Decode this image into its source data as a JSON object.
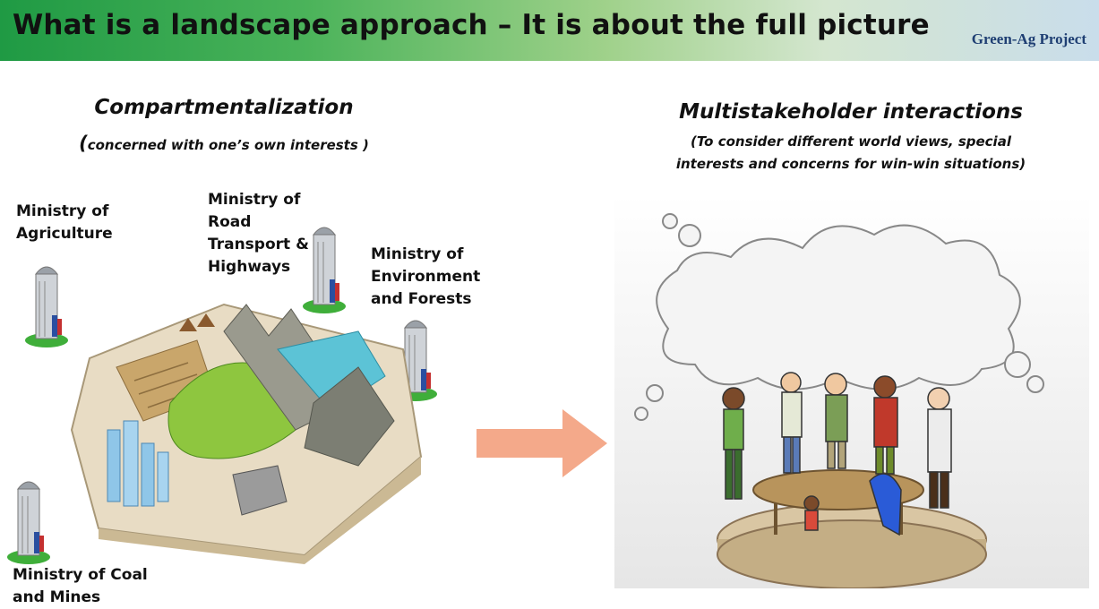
{
  "header": {
    "title": "What is a landscape approach – It is about the full picture",
    "brand": "Green-Ag Project"
  },
  "left": {
    "heading": "Compartmentalization",
    "subheading_open": "(",
    "subheading": "concerned with one’s own interests )",
    "ministries": {
      "agriculture": [
        "Ministry of",
        "Agriculture"
      ],
      "road": [
        "Ministry of",
        "Road",
        "Transport &",
        "Highways"
      ],
      "environment": [
        "Ministry of",
        "Environment",
        "and Forests"
      ],
      "coal": [
        "Ministry of Coal",
        "and Mines"
      ]
    }
  },
  "right": {
    "heading": "Multistakeholder interactions",
    "subheading_line1": "(To consider different world views, special",
    "subheading_line2": "interests and concerns for win-win situations)"
  },
  "colors": {
    "banner_start": "#1f9a44",
    "banner_end": "#c9ddeb",
    "arrow": "#f4a98a",
    "brand": "#1f3f73"
  },
  "icons": [
    "silo-tower-icon",
    "jigsaw-landscape-illustration",
    "right-arrow-icon",
    "thought-bubble-icon",
    "stakeholders-table-illustration"
  ]
}
